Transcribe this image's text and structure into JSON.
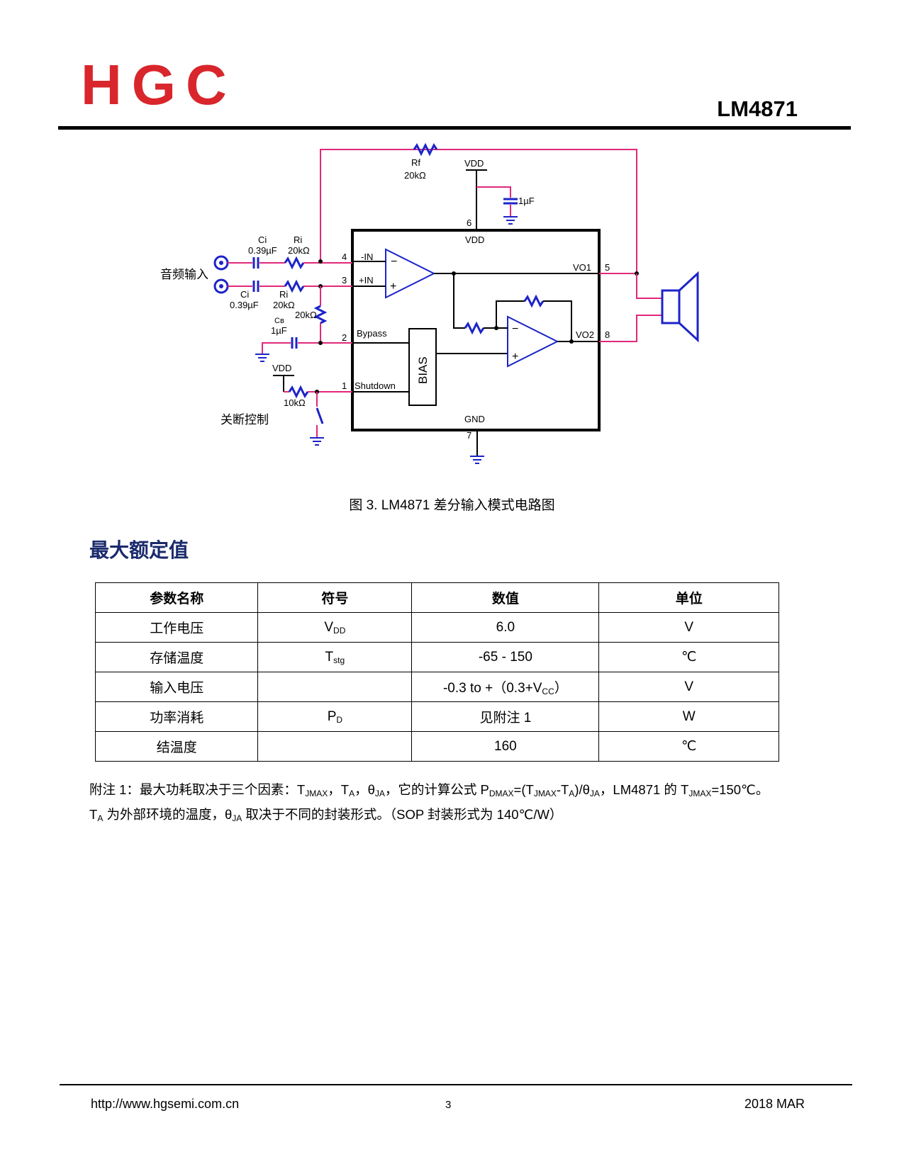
{
  "header": {
    "logo": "HGC",
    "part_number": "LM4871"
  },
  "circuit": {
    "rf_name": "Rf",
    "rf_value": "20kΩ",
    "vdd_top": "VDD",
    "cap_1uf": "1µF",
    "pin6": "6",
    "vdd_pin": "VDD",
    "ci_name": "Ci",
    "ci_value": "0.39µF",
    "ri_name": "Ri",
    "ri_value": "20kΩ",
    "pin4": "4",
    "in_neg": "-IN",
    "pin3": "3",
    "in_pos": "+IN",
    "audio_input": "音频输入",
    "r_bias": "20kΩ",
    "cb_name": "Cʙ",
    "cb_value": "1µF",
    "pin2": "2",
    "bypass": "Bypass",
    "bias": "BIAS",
    "vdd_shutdown": "VDD",
    "r_shutdown": "10kΩ",
    "pin1": "1",
    "shutdown": "Shutdown",
    "shutdown_ctrl": "关断控制",
    "vo1": "VO1",
    "pin5": "5",
    "vo2": "VO2",
    "pin8": "8",
    "gnd": "GND",
    "pin7": "7"
  },
  "caption": "图 3.   LM4871 差分输入模式电路图",
  "section_title": "最大额定值",
  "table": {
    "headers": [
      "参数名称",
      "符号",
      "数值",
      "单位"
    ],
    "rows": [
      {
        "param": "工作电压",
        "sym": "V",
        "sym_sub": "DD",
        "value": "6.0",
        "unit": "V"
      },
      {
        "param": "存储温度",
        "sym": "T",
        "sym_sub": "stg",
        "value": "-65 - 150",
        "unit": "℃"
      },
      {
        "param": "输入电压",
        "sym": "",
        "sym_sub": "",
        "value_pre": "-0.3 to +（0.3+V",
        "value_sub": "CC",
        "value_post": "）",
        "unit": "V"
      },
      {
        "param": "功率消耗",
        "sym": "P",
        "sym_sub": "D",
        "value": "见附注 1",
        "unit": "W"
      },
      {
        "param": "结温度",
        "sym": "",
        "sym_sub": "",
        "value": "160",
        "unit": "℃"
      }
    ]
  },
  "note": {
    "a": "附注 1：最大功耗取决于三个因素：T",
    "a_sub": "JMAX",
    "b": "，T",
    "b_sub": "A",
    "c": "，θ",
    "c_sub": "JA",
    "d": "，它的计算公式 P",
    "d_sub": "DMAX",
    "e": "=(T",
    "e_sub": "JMAX",
    "f": "-T",
    "f_sub": "A",
    "g": ")/θ",
    "g_sub": "JA",
    "h": "，LM4871 的 T",
    "h_sub": "JMAX",
    "i": "=150℃。",
    "j": "T",
    "j_sub": "A",
    "k": " 为外部环境的温度，θ",
    "k_sub": "JA",
    "l": " 取决于不同的封装形式。（SOP 封装形式为 140℃/W）"
  },
  "footer": {
    "url": "http://www.hgsemi.com.cn",
    "page": "3",
    "date": "2018 MAR"
  },
  "colors": {
    "logo": "#d8262c",
    "wire": "#e0287a",
    "component": "#1c24c8",
    "heading": "#1a2a6c"
  }
}
